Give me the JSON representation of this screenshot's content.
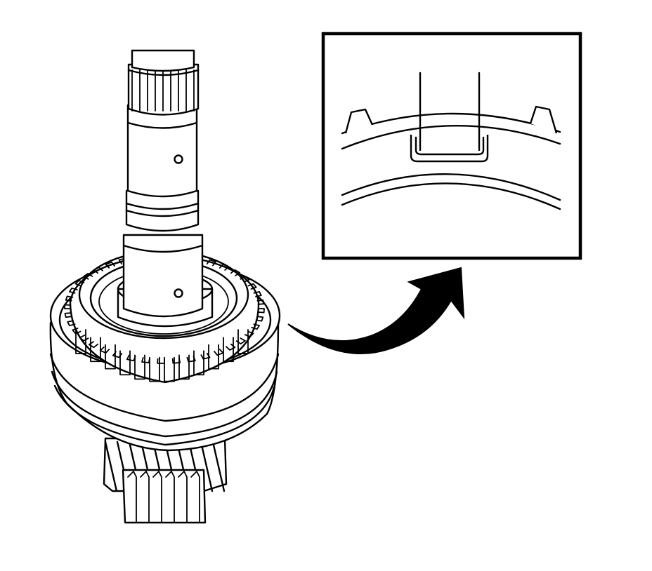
{
  "figure": {
    "parts": [
      {
        "name": "output-shaft",
        "icon": "shaft-icon"
      },
      {
        "name": "synchronizer-hub-assembly",
        "icon": "gear-icon"
      },
      {
        "name": "helical-gear",
        "icon": "gear-icon"
      },
      {
        "name": "detail-inset",
        "icon": "magnifier-icon"
      },
      {
        "name": "callout-arrow",
        "icon": "curved-arrow-icon"
      }
    ]
  },
  "colors": {
    "line": "#000000",
    "background": "#ffffff"
  }
}
